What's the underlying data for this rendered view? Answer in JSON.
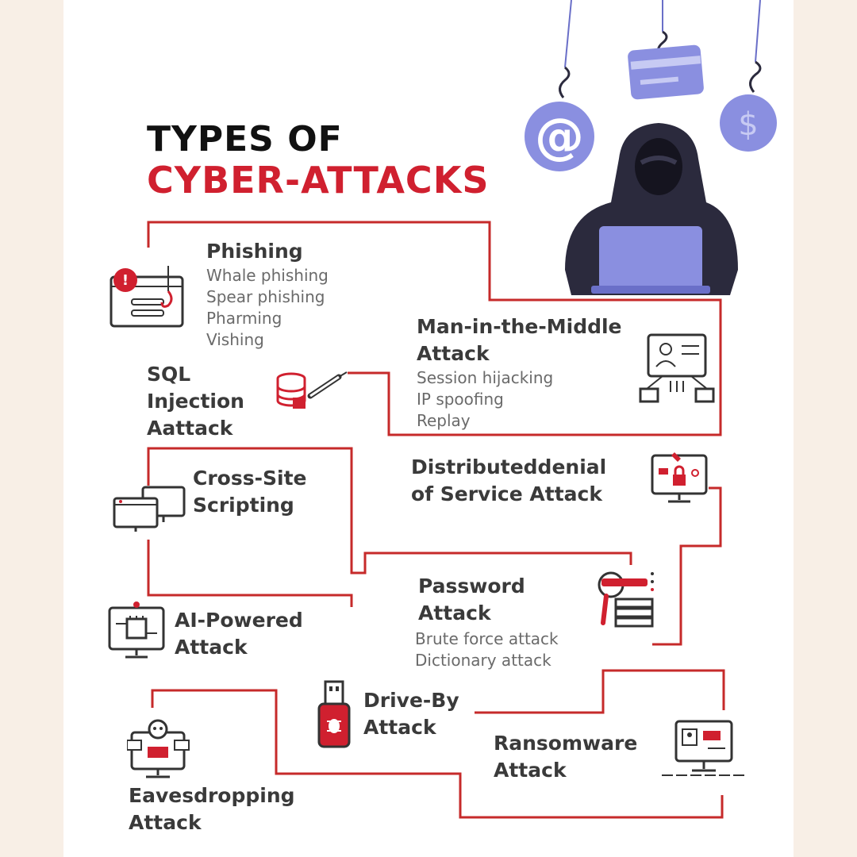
{
  "title": {
    "line1": "TYPES OF",
    "line2": "CYBER-ATTACKS"
  },
  "colors": {
    "accent": "#d0202f",
    "dark": "#2b2a3d",
    "periwinkle": "#8a8fe0",
    "background": "#f8efe6"
  },
  "attacks": {
    "phishing": {
      "title": "Phishing",
      "items": [
        "Whale phishing",
        "Spear phishing",
        "Pharming",
        "Vishing"
      ],
      "icon": "phishing-email-alert-icon"
    },
    "mitm": {
      "title_line1": "Man-in-the-Middle",
      "title_line2": "Attack",
      "items": [
        "Session hijacking",
        "IP spoofing",
        "Replay"
      ],
      "icon": "network-interception-icon"
    },
    "sql": {
      "title_line1": "SQL",
      "title_line2": "Injection",
      "title_line3": "Aattack",
      "icon": "database-syringe-icon"
    },
    "xss": {
      "title_line1": "Cross-Site",
      "title_line2": "Scripting",
      "icon": "monitors-icon"
    },
    "ddos": {
      "title_line1": "Distributeddenial",
      "title_line2": "of Service  Attack",
      "icon": "monitor-lock-icon"
    },
    "password": {
      "title_line1": "Password",
      "title_line2": "Attack",
      "items": [
        "Brute force attack",
        "Dictionary attack"
      ],
      "icon": "password-search-server-icon"
    },
    "ai": {
      "title_line1": "AI-Powered",
      "title_line2": "Attack",
      "icon": "ai-chip-monitor-icon"
    },
    "driveby": {
      "title_line1": "Drive-By",
      "title_line2": "Attack",
      "icon": "usb-bug-icon"
    },
    "ransomware": {
      "title_line1": "Ransomware",
      "title_line2": "Attack",
      "icon": "ransom-computer-icon"
    },
    "eavesdropping": {
      "title_line1": "Eavesdropping",
      "title_line2": "Attack",
      "icon": "skull-monitor-icon"
    }
  },
  "illustration": {
    "icons": [
      "hooked-email-icon",
      "hooked-credit-card-icon",
      "hooked-dollar-coin-icon",
      "hooded-hacker-icon"
    ]
  }
}
